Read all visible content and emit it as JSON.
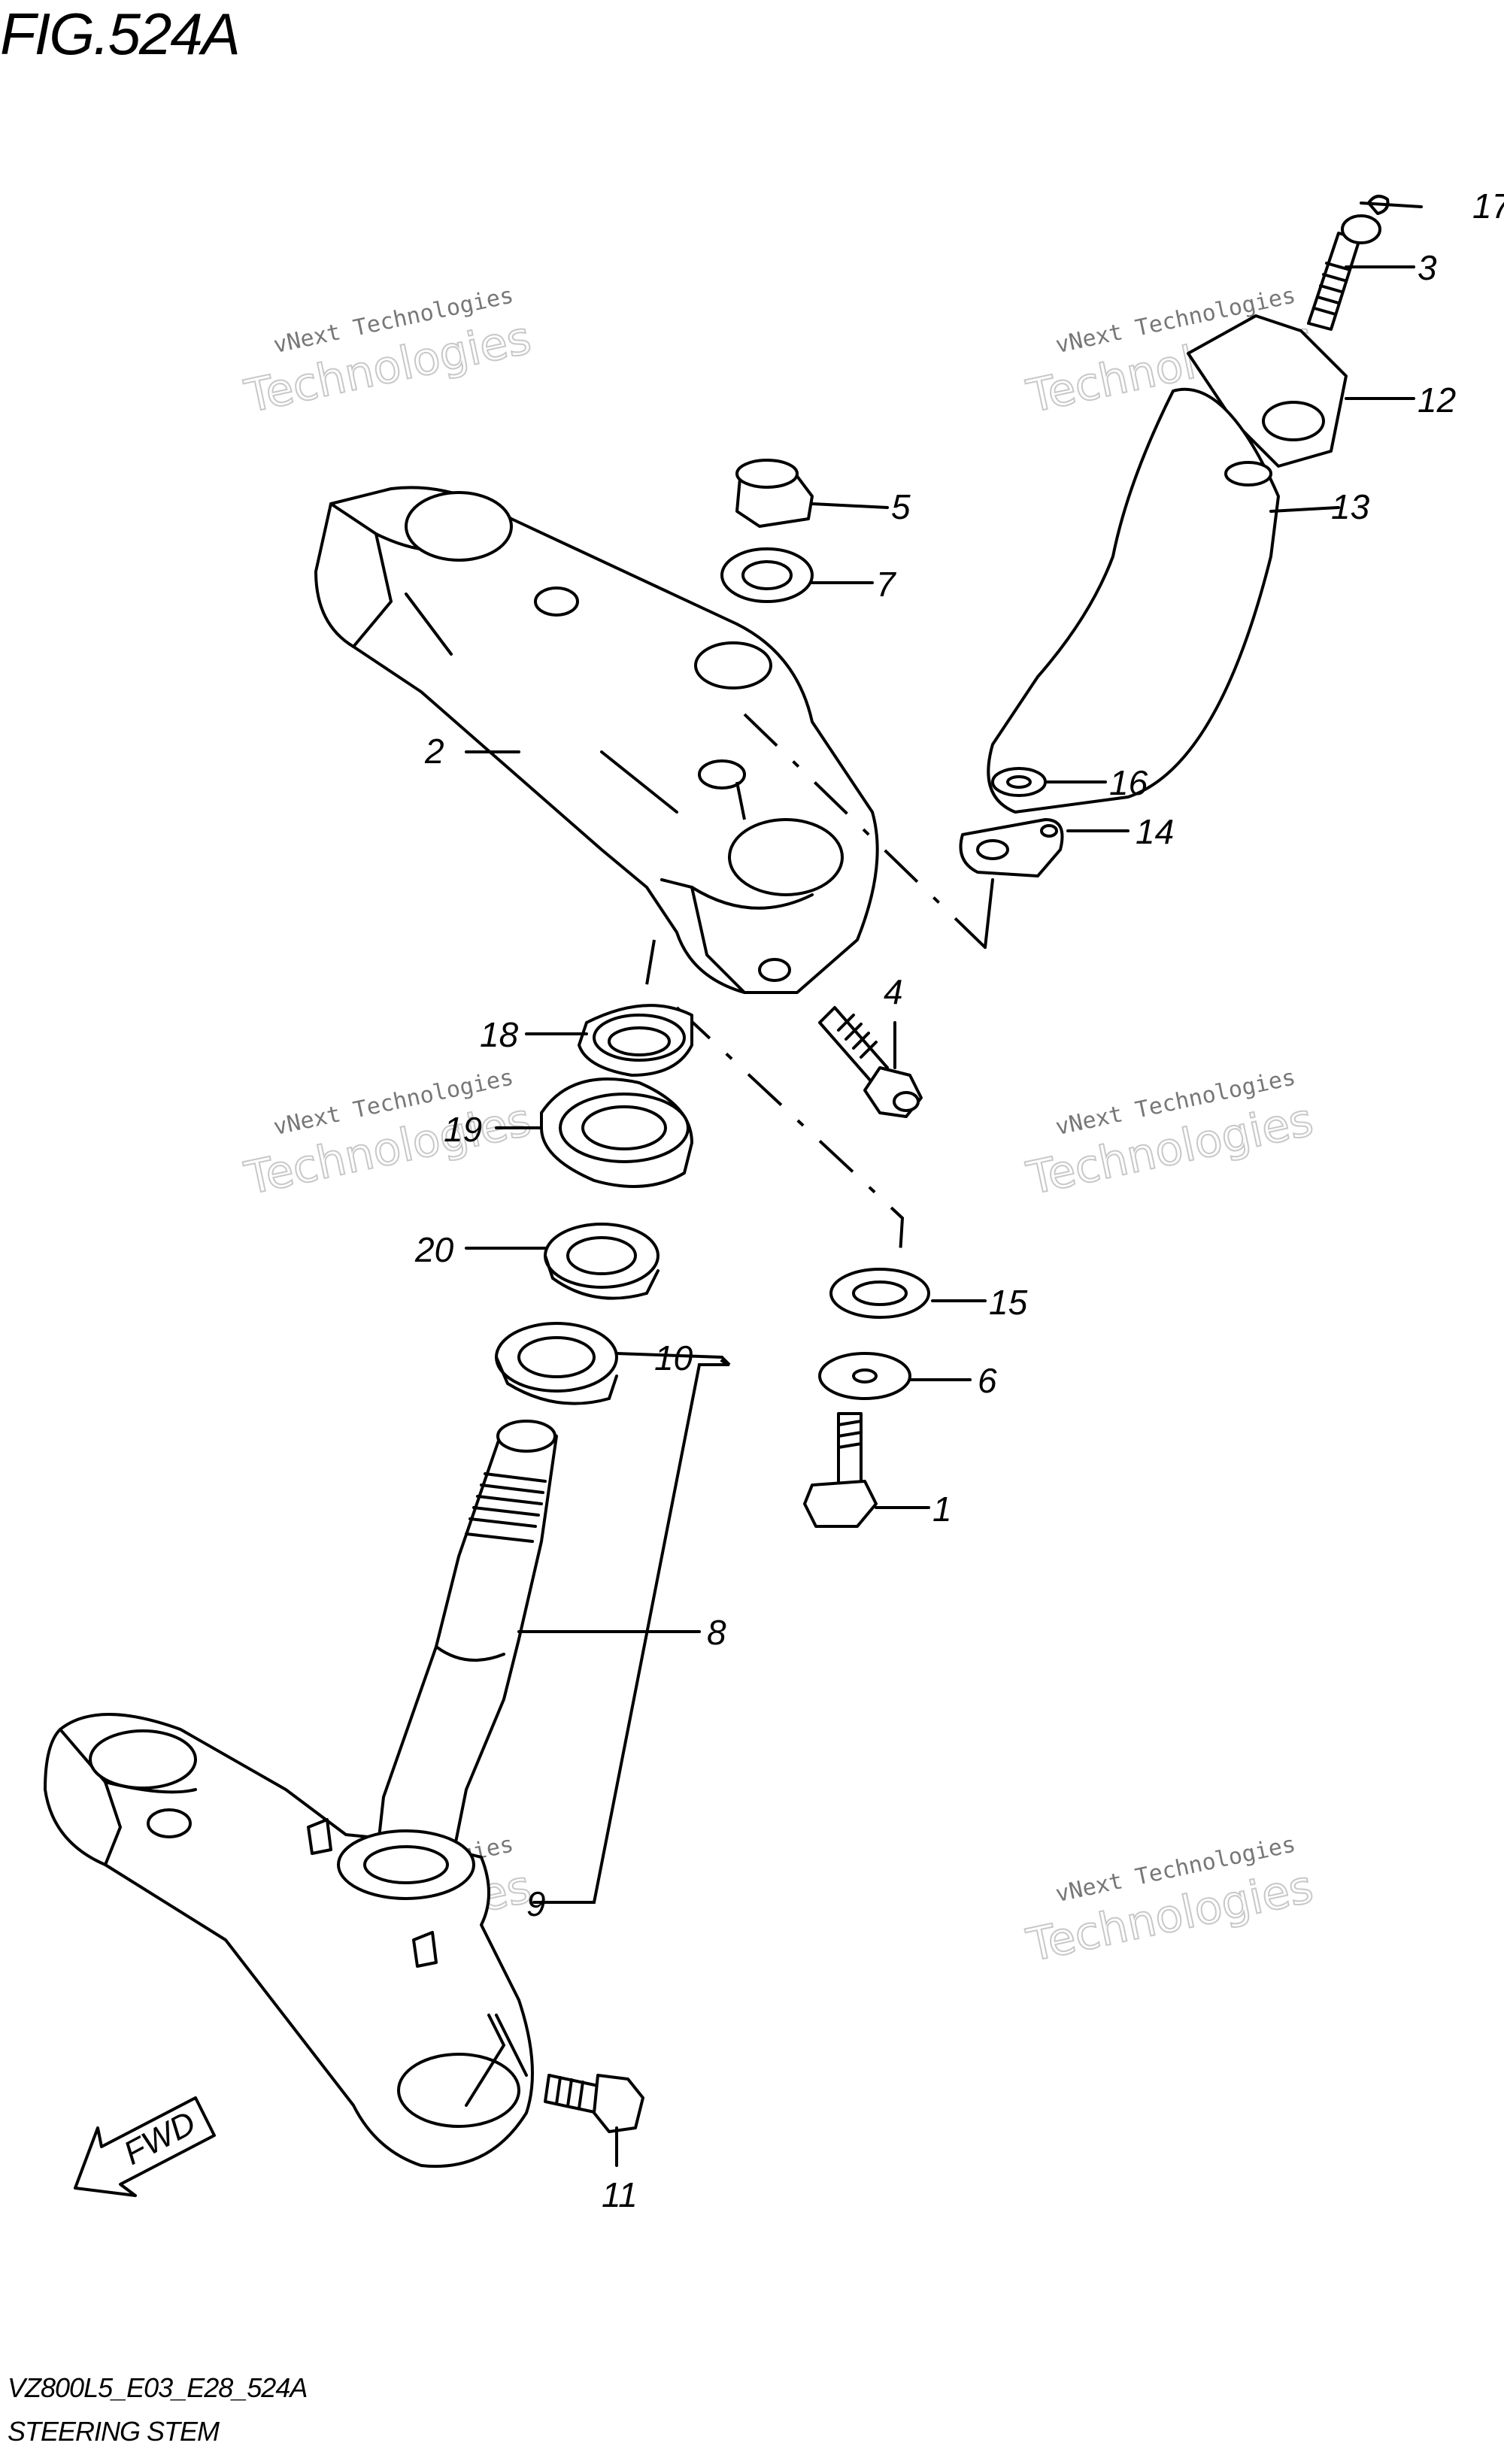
{
  "figure": {
    "title": "FIG.524A",
    "code": "VZ800L5_E03_E28_524A",
    "name": "STEERING STEM"
  },
  "watermark": {
    "line1": "vNext Technologies",
    "line2": "vNext",
    "line3": "Technologies"
  },
  "fwd_label": "FWD",
  "callouts": {
    "c1": "1",
    "c2": "2",
    "c3": "3",
    "c4": "4",
    "c5": "5",
    "c6": "6",
    "c7": "7",
    "c8": "8",
    "c9": "9",
    "c10": "10",
    "c11": "11",
    "c12": "12",
    "c13": "13",
    "c14": "14",
    "c15": "15",
    "c16": "16",
    "c17": "17",
    "c18": "18",
    "c19": "19",
    "c20": "20"
  }
}
